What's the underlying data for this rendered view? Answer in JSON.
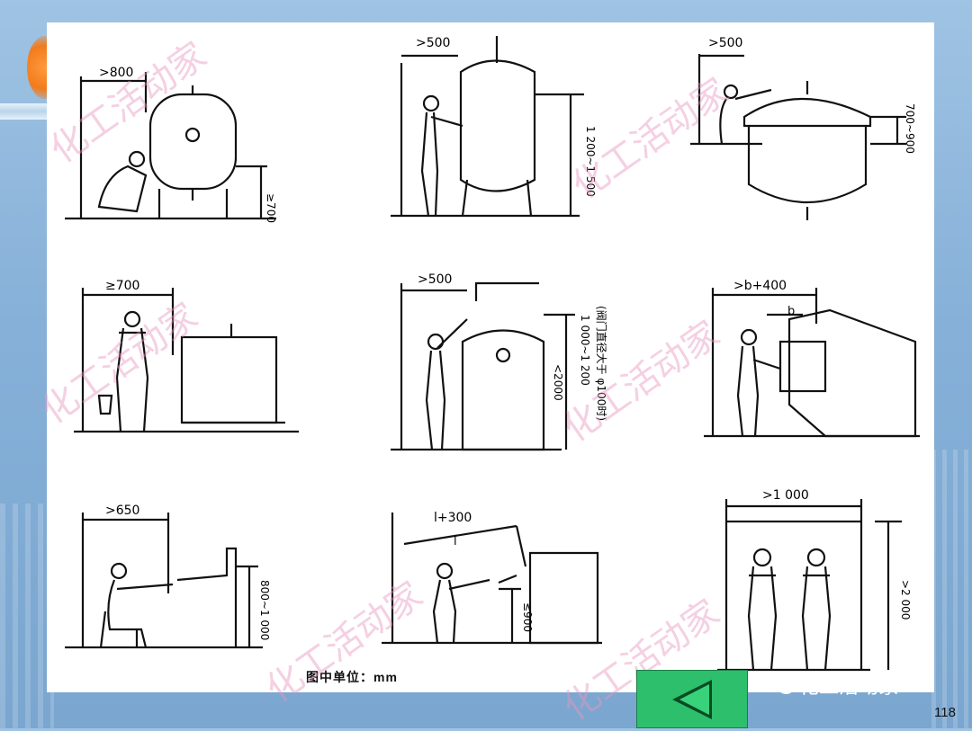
{
  "slide": {
    "caption": "图中单位：mm",
    "page_number": "118",
    "watermark_text": "化工活动家",
    "back_button_label": "back-triangle",
    "brand": {
      "icon": "wechat-icon",
      "name": "化工活动家"
    },
    "colors": {
      "background": "#86b0d8",
      "panel": "#ffffff",
      "button": "#2dbf6c",
      "watermark": "#e696be"
    }
  },
  "diagrams": {
    "d1": {
      "label_top": ">800",
      "label_side": "≥700"
    },
    "d2": {
      "label_top": ">500",
      "label_side": "1 200~1 500"
    },
    "d3": {
      "label_top": ">500",
      "label_side": "700~900"
    },
    "d4": {
      "label_top": "≥700"
    },
    "d5": {
      "label_top": ">500",
      "label_side": "<2000",
      "label_side2": "1 000~1 200",
      "note": "(阀门直径大于 φ100时)"
    },
    "d6": {
      "label_top": ">b+400",
      "label_inner": "b"
    },
    "d7": {
      "label_top": ">650",
      "label_side": "800~1 000"
    },
    "d8": {
      "label_top": "l+300",
      "label_inner": "l",
      "label_side": "≤900"
    },
    "d9": {
      "label_top": ">1 000",
      "label_side": ">2 000"
    }
  }
}
